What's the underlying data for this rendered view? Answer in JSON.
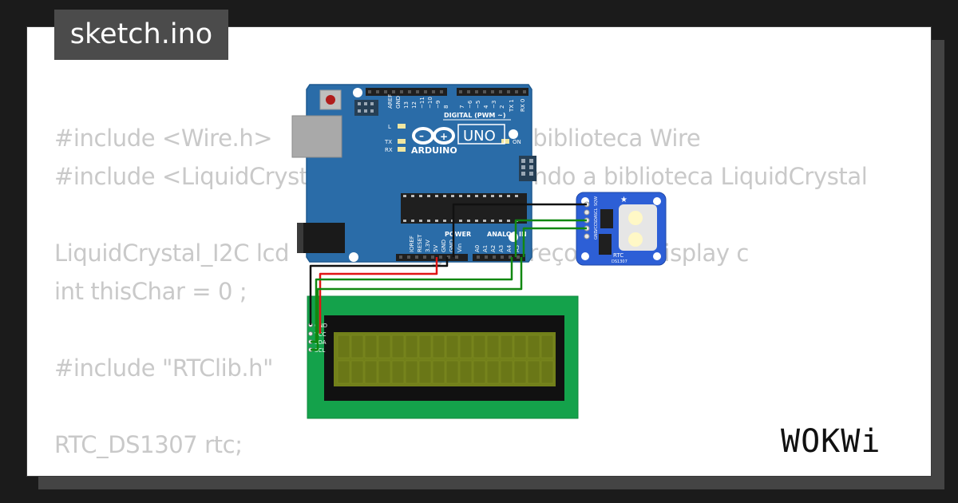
{
  "tab": {
    "filename": "sketch.ino"
  },
  "code_lines": [
    "#include <Wire.h>                                  a biblioteca Wire",
    "#include <LiquidCryst                              ando a biblioteca LiquidCrystal",
    "",
    "LiquidCrystal_I2C lcd                  figu        ereço I2C e display c",
    "int thisChar = 0 ;",
    "",
    "#include \"RTClib.h\"",
    "",
    "RTC_DS1307 rtc;"
  ],
  "arduino": {
    "brand": "ARDUINO",
    "model": "UNO",
    "digital_header": "DIGITAL (PWM ~)",
    "led_l": "L",
    "led_tx": "TX",
    "led_rx": "RX",
    "led_on": "ON",
    "power_header": "POWER",
    "analog_header": "ANALOG IN",
    "top_pins": [
      "AREF",
      "GND",
      "13",
      "12",
      "~11",
      "~10",
      "~9",
      "8",
      "7",
      "~6",
      "~5",
      "4",
      "~3",
      "2",
      "TX 1",
      "RX 0"
    ],
    "power_pins": [
      "IOREF",
      "RESET",
      "3.3V",
      "5V",
      "GND",
      "GND",
      "Vin"
    ],
    "analog_pins": [
      "A0",
      "A1",
      "A2",
      "A3",
      "A4",
      "A5"
    ]
  },
  "rtc": {
    "label": "RTC",
    "chip": "DS1307",
    "pins": [
      "SQW",
      "SCL",
      "SDA",
      "VCC",
      "GND"
    ]
  },
  "lcd": {
    "pins": [
      "GND",
      "VCC",
      "SDA",
      "SCL"
    ]
  },
  "brand_logo": "WOKWi",
  "colors": {
    "arduino_blue": "#2a6ca8",
    "rtc_blue": "#2d5fd6",
    "lcd_green": "#14a24b",
    "lcd_screen": "#72801a",
    "wire_black": "#111111",
    "wire_red": "#e01414",
    "wire_green": "#118811"
  }
}
